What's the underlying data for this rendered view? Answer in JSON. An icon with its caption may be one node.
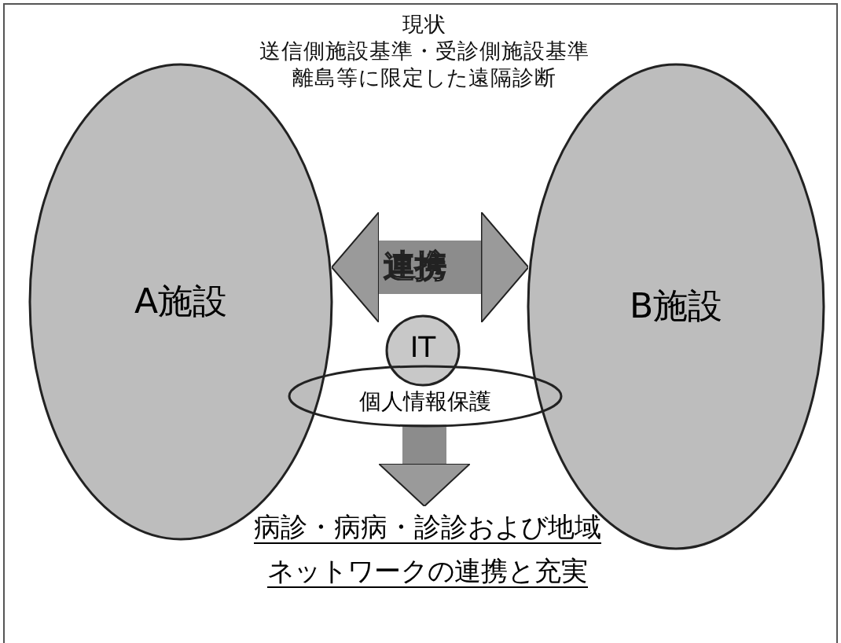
{
  "diagram": {
    "nodes": [
      {
        "text": [
          "A施設"
        ]
      },
      {
        "text": [
          "B施設"
        ]
      },
      {
        "text": [
          "IT"
        ]
      },
      {
        "text": [
          "個人情報保護"
        ]
      },
      {
        "text": [
          "病診・病病・診診および地域ネットワークの連携と充実"
        ]
      }
    ],
    "edges": [
      {
        "from": 0,
        "to": 1,
        "arrow": "both",
        "label": "連携"
      },
      {
        "from": 3,
        "to": 4,
        "arrow": "to"
      }
    ],
    "labels": [
      "現状",
      "送信側施設基準・受診側施設基準",
      "離島等に限定した遠隔診断"
    ]
  }
}
